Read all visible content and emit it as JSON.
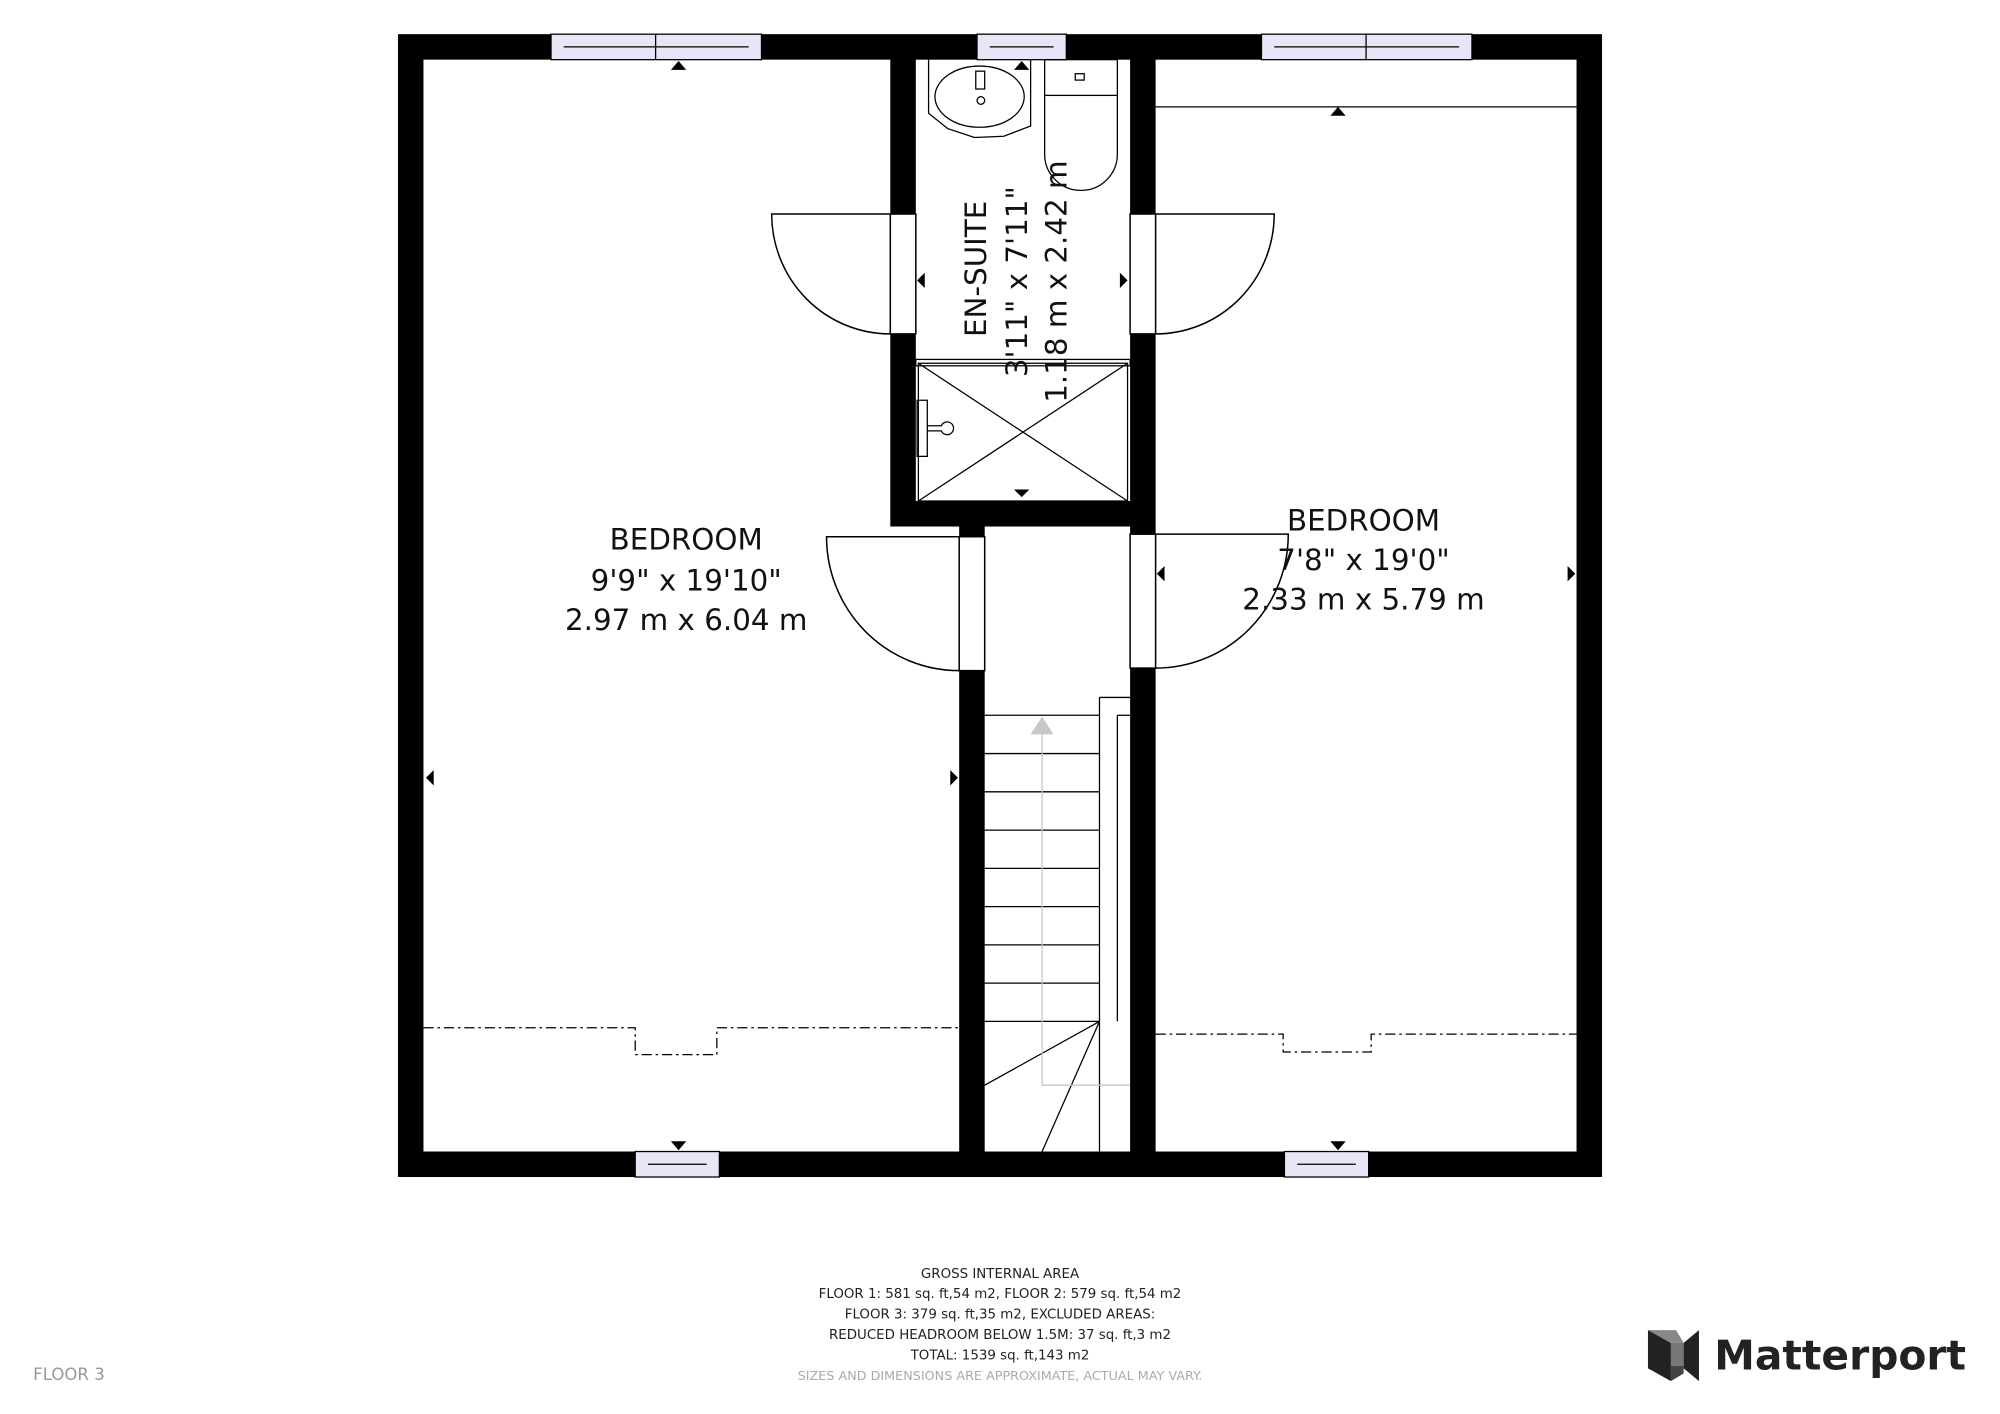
{
  "rooms": [
    {
      "name": "BEDROOM",
      "imperial": "9'9\" x 19'10\"",
      "metric": "2.97 m x 6.04 m"
    },
    {
      "name": "EN-SUITE",
      "imperial": "3'11\" x 7'11\"",
      "metric": "1.18 m x 2.42 m"
    },
    {
      "name": "BEDROOM",
      "imperial": "7'8\" x 19'0\"",
      "metric": "2.33 m x 5.79 m"
    }
  ],
  "footer": {
    "lines": [
      "GROSS INTERNAL AREA",
      "FLOOR 1: 581 sq. ft,54 m2, FLOOR 2: 579 sq. ft,54 m2",
      "FLOOR 3: 379 sq. ft,35 m2, EXCLUDED AREAS:",
      "REDUCED HEADROOM BELOW 1.5M: 37 sq. ft,3 m2",
      "TOTAL: 1539 sq. ft,143 m2"
    ],
    "disclaimer": "SIZES AND DIMENSIONS ARE APPROXIMATE, ACTUAL MAY VARY.",
    "floor_label": "FLOOR 3"
  },
  "logo": {
    "text": "Matterport",
    "icon": "matterport-logo-icon"
  },
  "colors": {
    "wall": "#000000",
    "window": "#e6e6f6",
    "stair_arrow": "#c8c8c8"
  }
}
